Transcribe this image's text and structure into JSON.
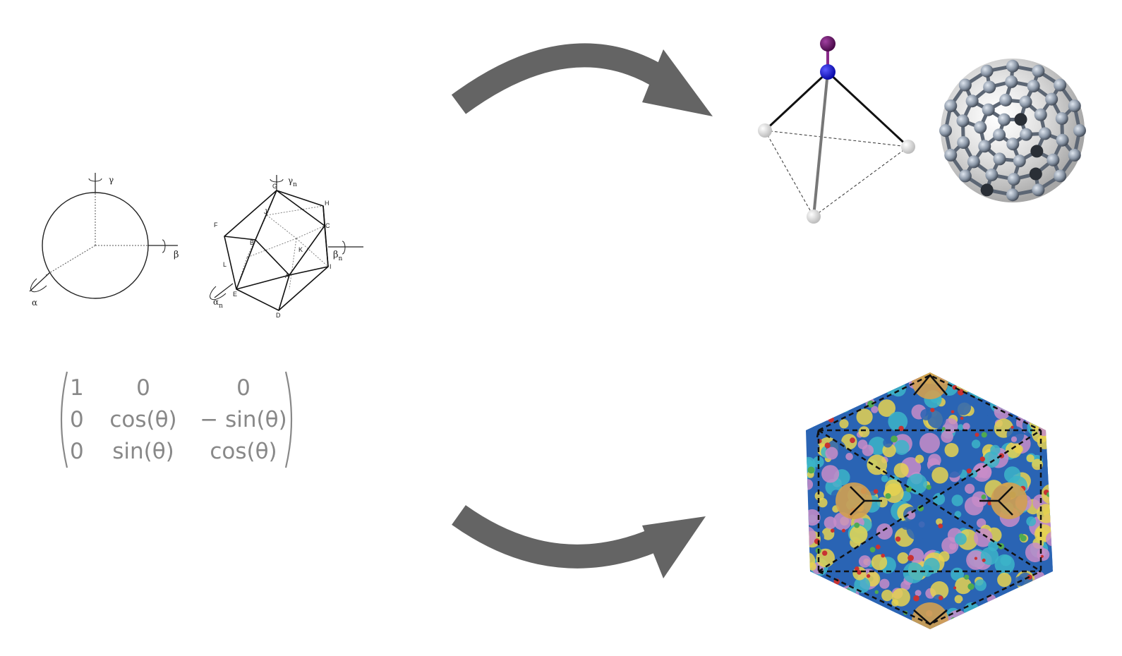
{
  "sphere": {
    "labels": {
      "gamma": "γ",
      "beta": "β",
      "alpha": "α"
    }
  },
  "icosahedron": {
    "labels": {
      "gamma": "γ",
      "gamma_sub": "n",
      "beta": "β",
      "beta_sub": "n",
      "alpha": "α",
      "alpha_sub": "n"
    },
    "vertices": [
      "G",
      "H",
      "F",
      "C",
      "B",
      "J",
      "K",
      "L",
      "A",
      "I",
      "E",
      "D"
    ]
  },
  "matrix": {
    "rows": [
      [
        "1",
        "0",
        "0"
      ],
      [
        "0",
        "cos(θ)",
        "− sin(θ)"
      ],
      [
        "0",
        "sin(θ)",
        "cos(θ)"
      ]
    ]
  },
  "colors": {
    "arrow": "#646464",
    "tetra_top_atom": "#6a0f6a",
    "tetra_center_atom": "#1414d4",
    "tetra_corner_atom": "#e6e6e6",
    "fullerene_atom": "#8a96a6",
    "capsid_blue": "#2a64b4",
    "capsid_cyan": "#3cb4c8",
    "capsid_pink": "#c88cc8",
    "capsid_yellow": "#e6d250",
    "capsid_orange": "#d2a050",
    "capsid_red": "#c83232",
    "capsid_green": "#50aa50"
  },
  "icons": {
    "arrow_top": "curved-arrow-right",
    "arrow_bottom": "curved-arrow-right",
    "tetra": "tetrahedral-molecule",
    "fullerene": "c60-fullerene",
    "capsid": "icosahedral-virus-capsid"
  }
}
